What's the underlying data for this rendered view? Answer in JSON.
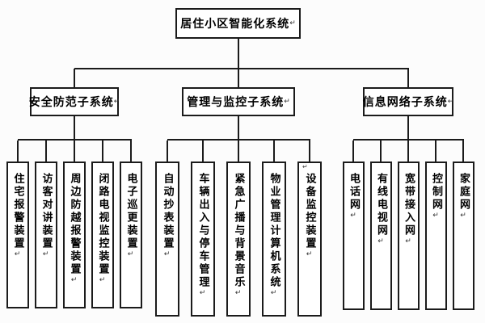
{
  "root": {
    "label": "居住小区智能化系统"
  },
  "mark": "↵",
  "branches": [
    {
      "label": "安全防范子系统",
      "children": [
        "住宅报警装置",
        "访客对讲装置",
        "周边防越报警装置",
        "闭路电视监控装置",
        "电子巡更装置"
      ]
    },
    {
      "label": "管理与监控子系统",
      "children": [
        "自动抄表装置",
        "车辆出入与停车管理",
        "紧急广播与背景音乐",
        "物业管理计算机系统",
        "设备监控装置"
      ]
    },
    {
      "label": "信息网络子系统",
      "children": [
        "电话网",
        "有线电视网",
        "宽带接入网",
        "控制网",
        "家庭网"
      ]
    }
  ],
  "colors": {
    "line": "#1b1b1b",
    "box_border": "#1b1b1b",
    "box_fill": "#ffffff",
    "text": "#000000",
    "background": "#fcfcfc"
  }
}
